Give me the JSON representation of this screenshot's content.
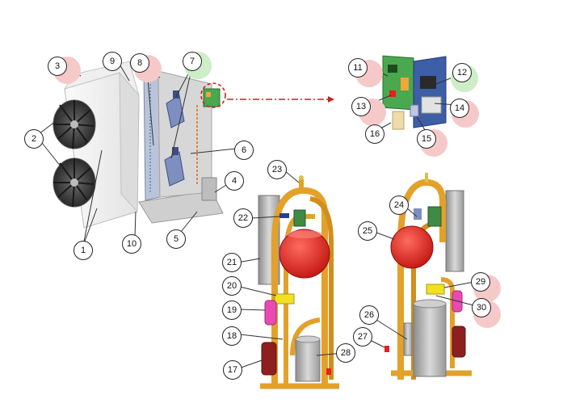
{
  "callouts": {
    "c1": "1",
    "c2": "2",
    "c3": "3",
    "c4": "4",
    "c5": "5",
    "c6": "6",
    "c7": "7",
    "c8": "8",
    "c9": "9",
    "c10": "10",
    "c11": "11",
    "c12": "12",
    "c13": "13",
    "c14": "14",
    "c15": "15",
    "c16": "16",
    "c17": "17",
    "c18": "18",
    "c19": "19",
    "c20": "20",
    "c21": "21",
    "c22": "22",
    "c23": "23",
    "c24": "24",
    "c25": "25",
    "c26": "26",
    "c27": "27",
    "c28": "28",
    "c29": "29",
    "c30": "30"
  },
  "colors": {
    "halo_red": "#f6c9c9",
    "halo_green": "#cdeec7",
    "pipe": "#e3a12a",
    "expansion_vessel": "#e8201c",
    "frame_blue": "#3d5fa8",
    "pcb_green": "#4aa84f",
    "pointer_red": "#d61f1f"
  }
}
